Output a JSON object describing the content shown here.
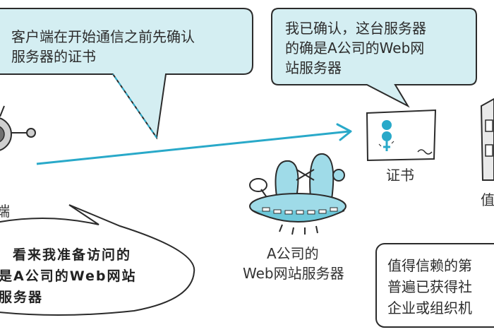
{
  "bubble_client": {
    "line1": "客户端在开始通信之前先确认",
    "line2": "服务器的证书"
  },
  "bubble_confirm": {
    "line1": "我已确认，这台服务器",
    "line2": "的确是A公司的Web网",
    "line3": "站服务器"
  },
  "client": {
    "label_fragment": "端"
  },
  "certificate": {
    "label": "证书"
  },
  "server": {
    "label_line1": "A公司的",
    "label_line2": "Web网站服务器"
  },
  "trusted_party": {
    "label_fragment": "值"
  },
  "bubble_thought": {
    "line1": "看来我准备访问的",
    "line2": "是A公司的Web网站",
    "line3": "服务器"
  },
  "trusted_box": {
    "line1": "值得信赖的第",
    "line2": "普遍已获得社",
    "line3": "企业或组织机"
  },
  "colors": {
    "bubble_fill": "#d4eef2",
    "outline": "#2b2b2b",
    "arrow": "#29a9c9",
    "ufo_fill": "#9fdbe8"
  }
}
